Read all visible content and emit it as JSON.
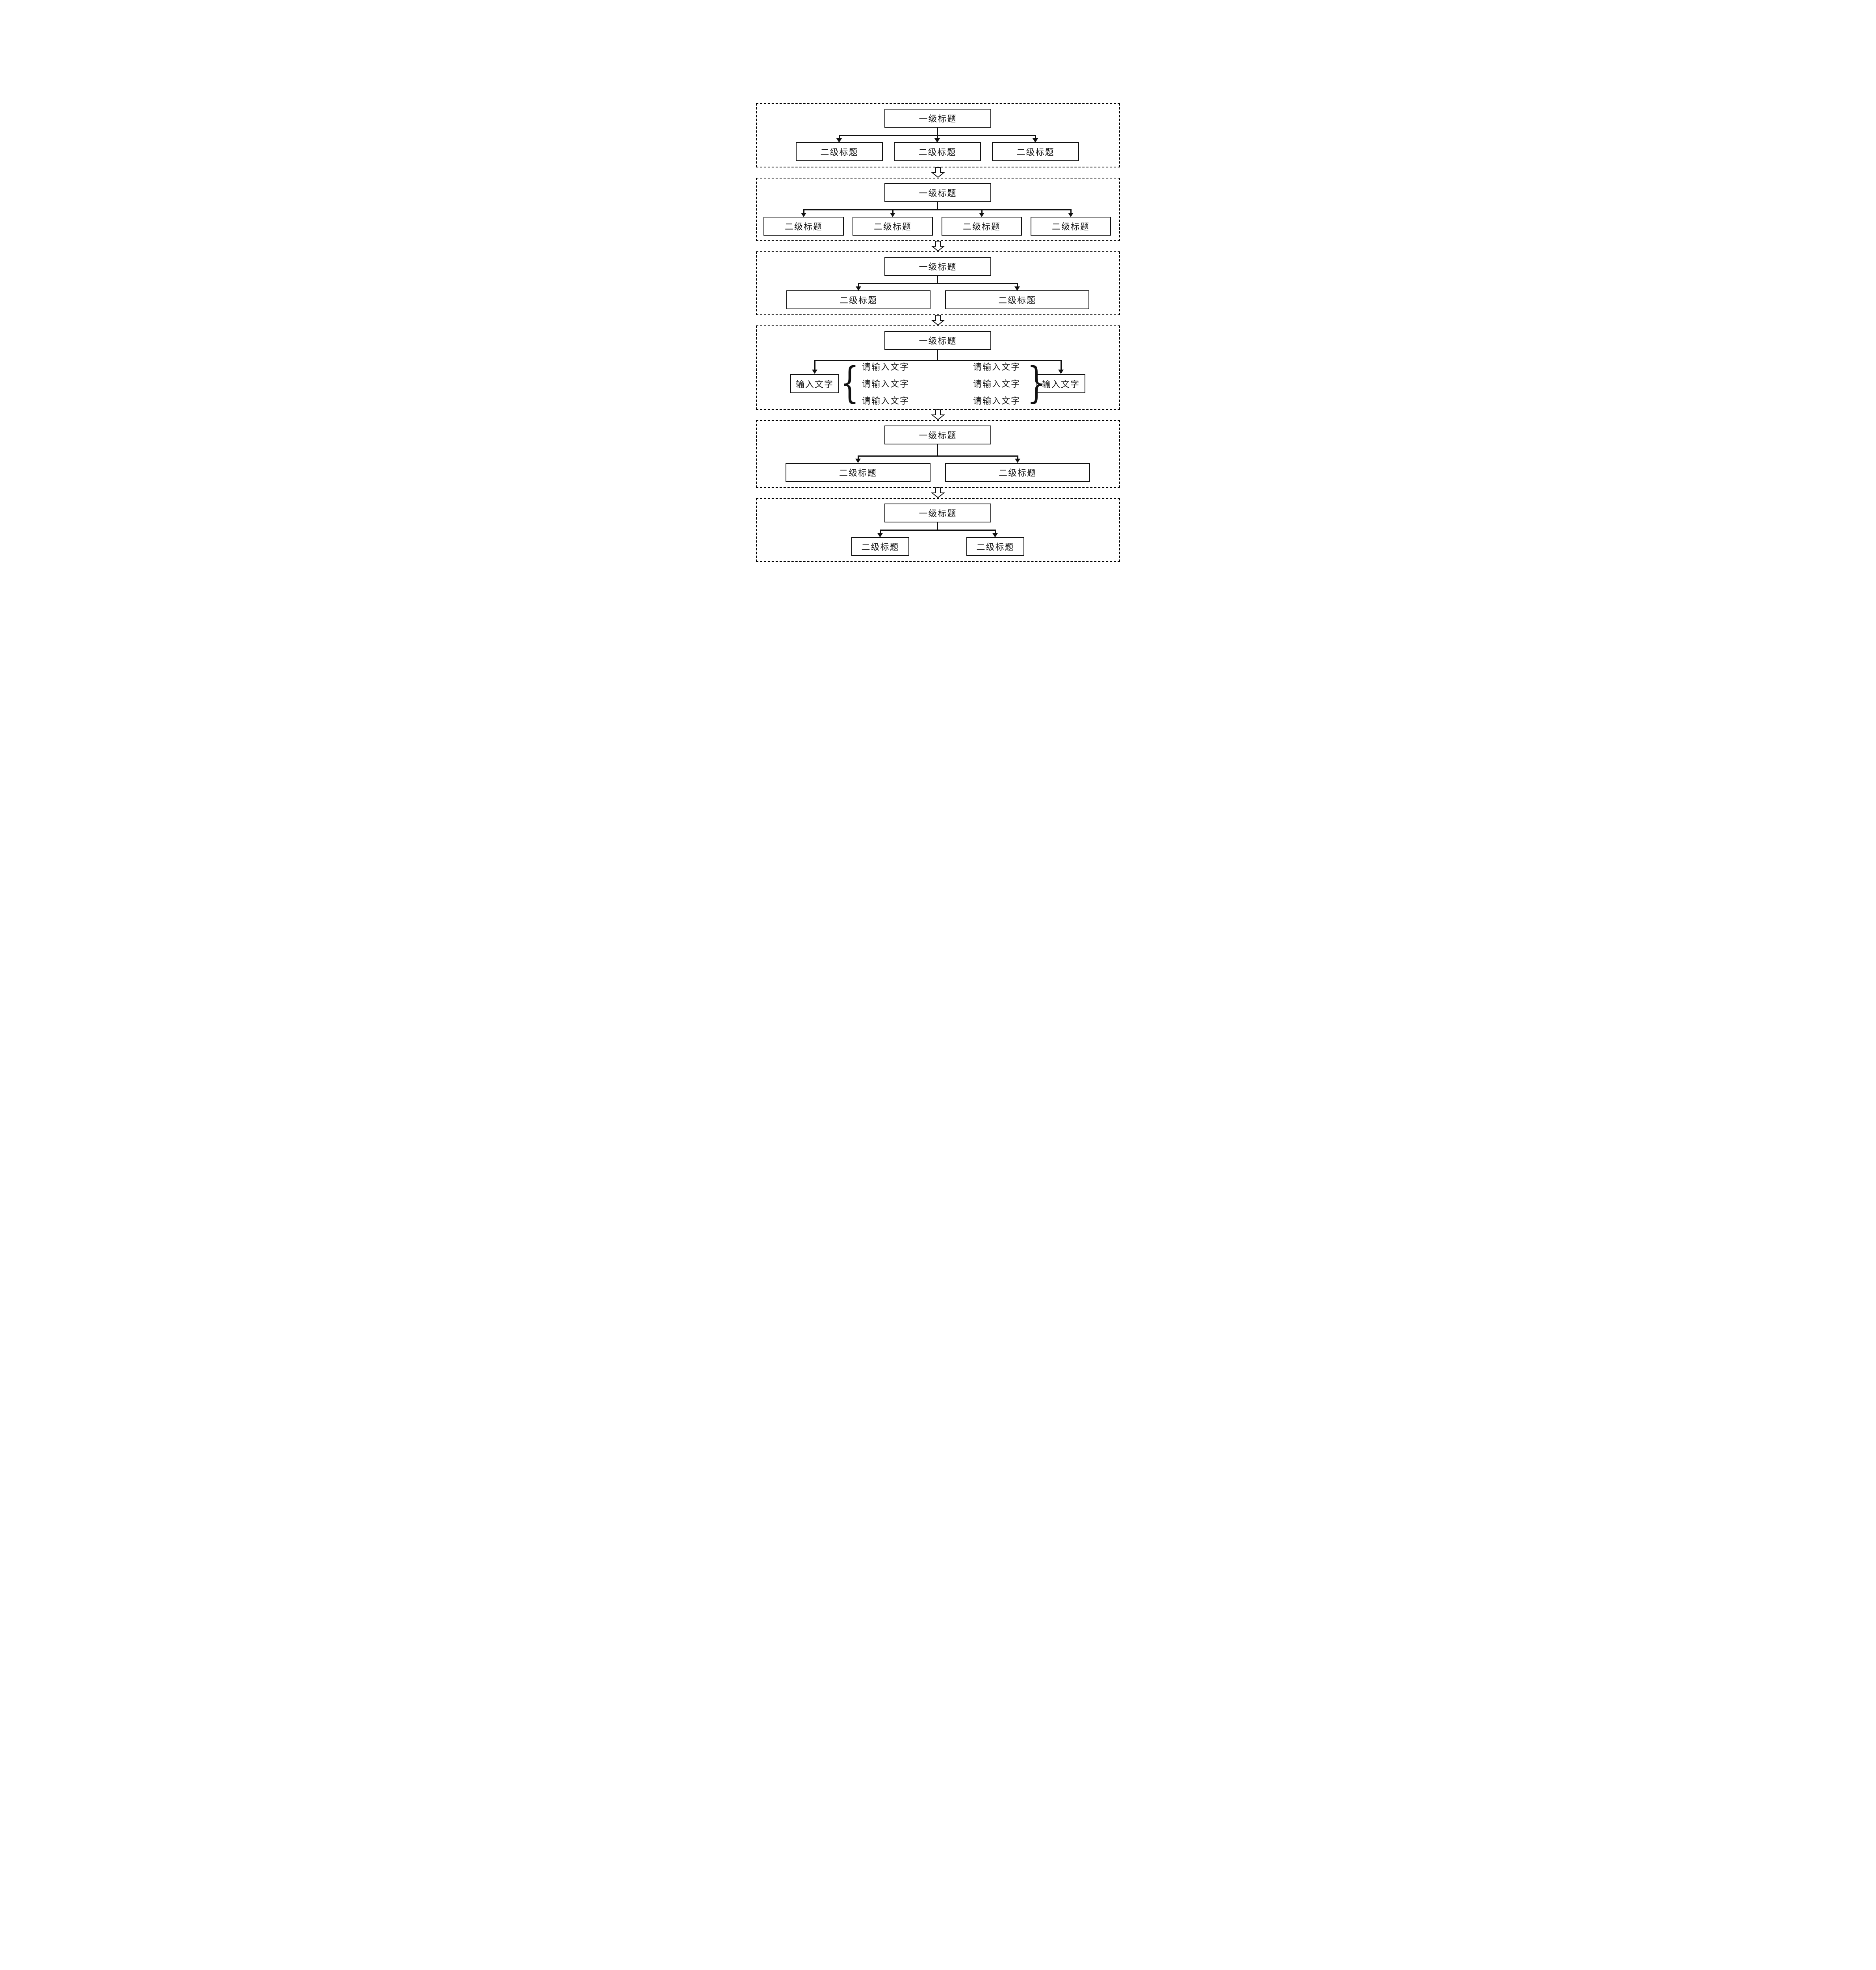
{
  "page": {
    "background": "#ffffff",
    "kind": "flowchart-template-page",
    "section_count": 6
  },
  "colors": {
    "line": "#111111",
    "text": "#1a1a1a",
    "background": "#ffffff"
  },
  "flow": {
    "arrow_icon": "hollow-down-arrow",
    "arrow_count": 5
  },
  "sections": [
    {
      "id": "section-1",
      "parent_label": "一级标题",
      "children": [
        "二级标题",
        "二级标题",
        "二级标题"
      ]
    },
    {
      "id": "section-2",
      "parent_label": "一级标题",
      "children": [
        "二级标题",
        "二级标题",
        "二级标题",
        "二级标题"
      ]
    },
    {
      "id": "section-3",
      "parent_label": "一级标题",
      "children": [
        "二级标题",
        "二级标题"
      ]
    },
    {
      "id": "section-4",
      "parent_label": "一级标题",
      "left_input_label": "输入文字",
      "right_input_label": "输入文字",
      "brace_left": "{",
      "brace_right": "}",
      "left_placeholders": [
        "请输入文字",
        "请输入文字",
        "请输入文字"
      ],
      "right_placeholders": [
        "请输入文字",
        "请输入文字",
        "请输入文字"
      ]
    },
    {
      "id": "section-5",
      "parent_label": "一级标题",
      "children": [
        "二级标题",
        "二级标题"
      ]
    },
    {
      "id": "section-6",
      "parent_label": "一级标题",
      "children": [
        "二级标题",
        "二级标题"
      ]
    }
  ]
}
